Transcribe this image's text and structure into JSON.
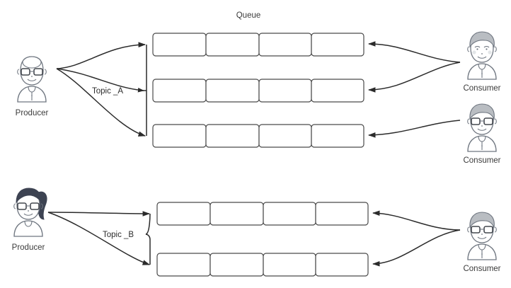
{
  "diagram": {
    "title": "Queue",
    "topics": [
      {
        "id": "topic-a",
        "label": "Topic _A",
        "partitions": 4,
        "rows": 3
      },
      {
        "id": "topic-b",
        "label": "Topic _B",
        "partitions": 4,
        "rows": 2
      }
    ],
    "producers": [
      {
        "id": "producer-top",
        "label": "Producer",
        "avatar": "bald-man-glasses-icon"
      },
      {
        "id": "producer-bottom",
        "label": "Producer",
        "avatar": "woman-ponytail-glasses-icon"
      }
    ],
    "consumers": [
      {
        "id": "consumer-top",
        "label": "Consumer",
        "avatar": "man-hair-icon"
      },
      {
        "id": "consumer-middle",
        "label": "Consumer",
        "avatar": "man-glasses-icon"
      },
      {
        "id": "consumer-bottom",
        "label": "Consumer",
        "avatar": "man-glasses-icon"
      }
    ],
    "colors": {
      "background": "#ffffff",
      "stroke": "#2b2b2b",
      "cell_stroke": "#4a4a4a",
      "text": "#3b3b3b",
      "avatar_outline": "#6f7680",
      "avatar_hair_gray": "#b9bdc2",
      "avatar_hair_dark": "#3d4352"
    }
  }
}
